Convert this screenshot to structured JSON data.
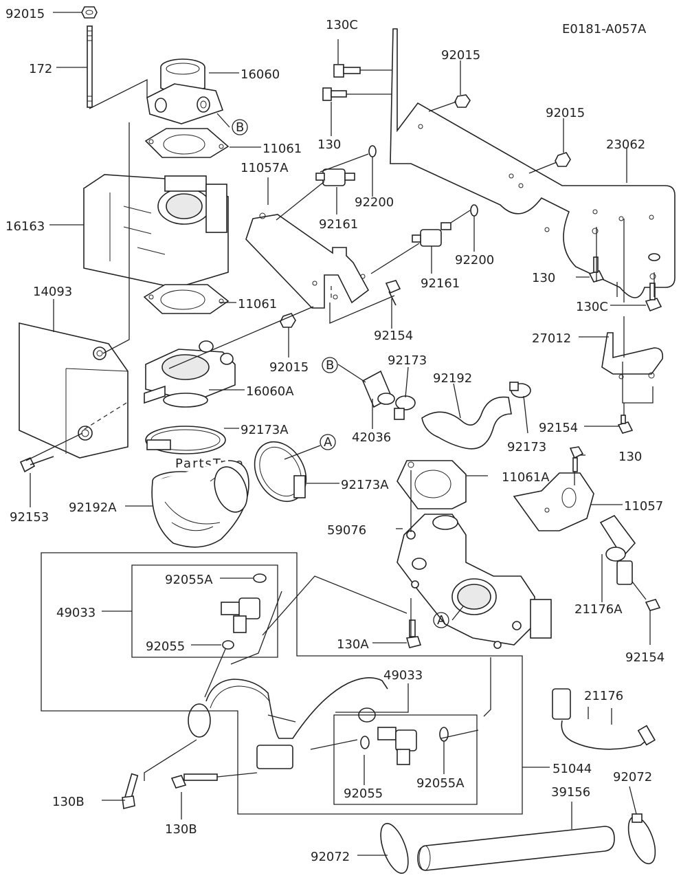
{
  "diagram_code": "E0181-A057A",
  "watermark": "PartsTree",
  "watermark_tm": "™",
  "callouts": {
    "c92015_a": "92015",
    "c172": "172",
    "c16060": "16060",
    "cB_1": "B",
    "c11061_a": "11061",
    "c16163": "16163",
    "c14093": "14093",
    "c11061_b": "11061",
    "c16060A": "16060A",
    "c92173A_a": "92173A",
    "cA_1": "A",
    "c92173A_b": "92173A",
    "c92153": "92153",
    "c92192A": "92192A",
    "c130C_a": "130C",
    "c130_a": "130",
    "c92015_b": "92015",
    "c92015_c": "92015",
    "c23062": "23062",
    "c11057A": "11057A",
    "c92200_a": "92200",
    "c92161_a": "92161",
    "c92200_b": "92200",
    "c92161_b": "92161",
    "c130_b": "130",
    "c130C_b": "130C",
    "c92154_a": "92154",
    "c92015_d": "92015",
    "c92173_a": "92173",
    "c92192": "92192",
    "cB_2": "B",
    "c42036": "42036",
    "c92173_b": "92173",
    "c27012": "27012",
    "c92154_b": "92154",
    "c130_c": "130",
    "c11061A": "11061A",
    "c11057": "11057",
    "c59076": "59076",
    "c92055A_a": "92055A",
    "c49033_a": "49033",
    "c92055_a": "92055",
    "cA_2": "A",
    "c130A": "130A",
    "c21176A": "21176A",
    "c92154_c": "92154",
    "c49033_b": "49033",
    "c21176": "21176",
    "c51044": "51044",
    "c92055_b": "92055",
    "c92055A_b": "92055A",
    "c130B_a": "130B",
    "c130B_b": "130B",
    "c39156": "39156",
    "c92072_a": "92072",
    "c92072_b": "92072"
  }
}
